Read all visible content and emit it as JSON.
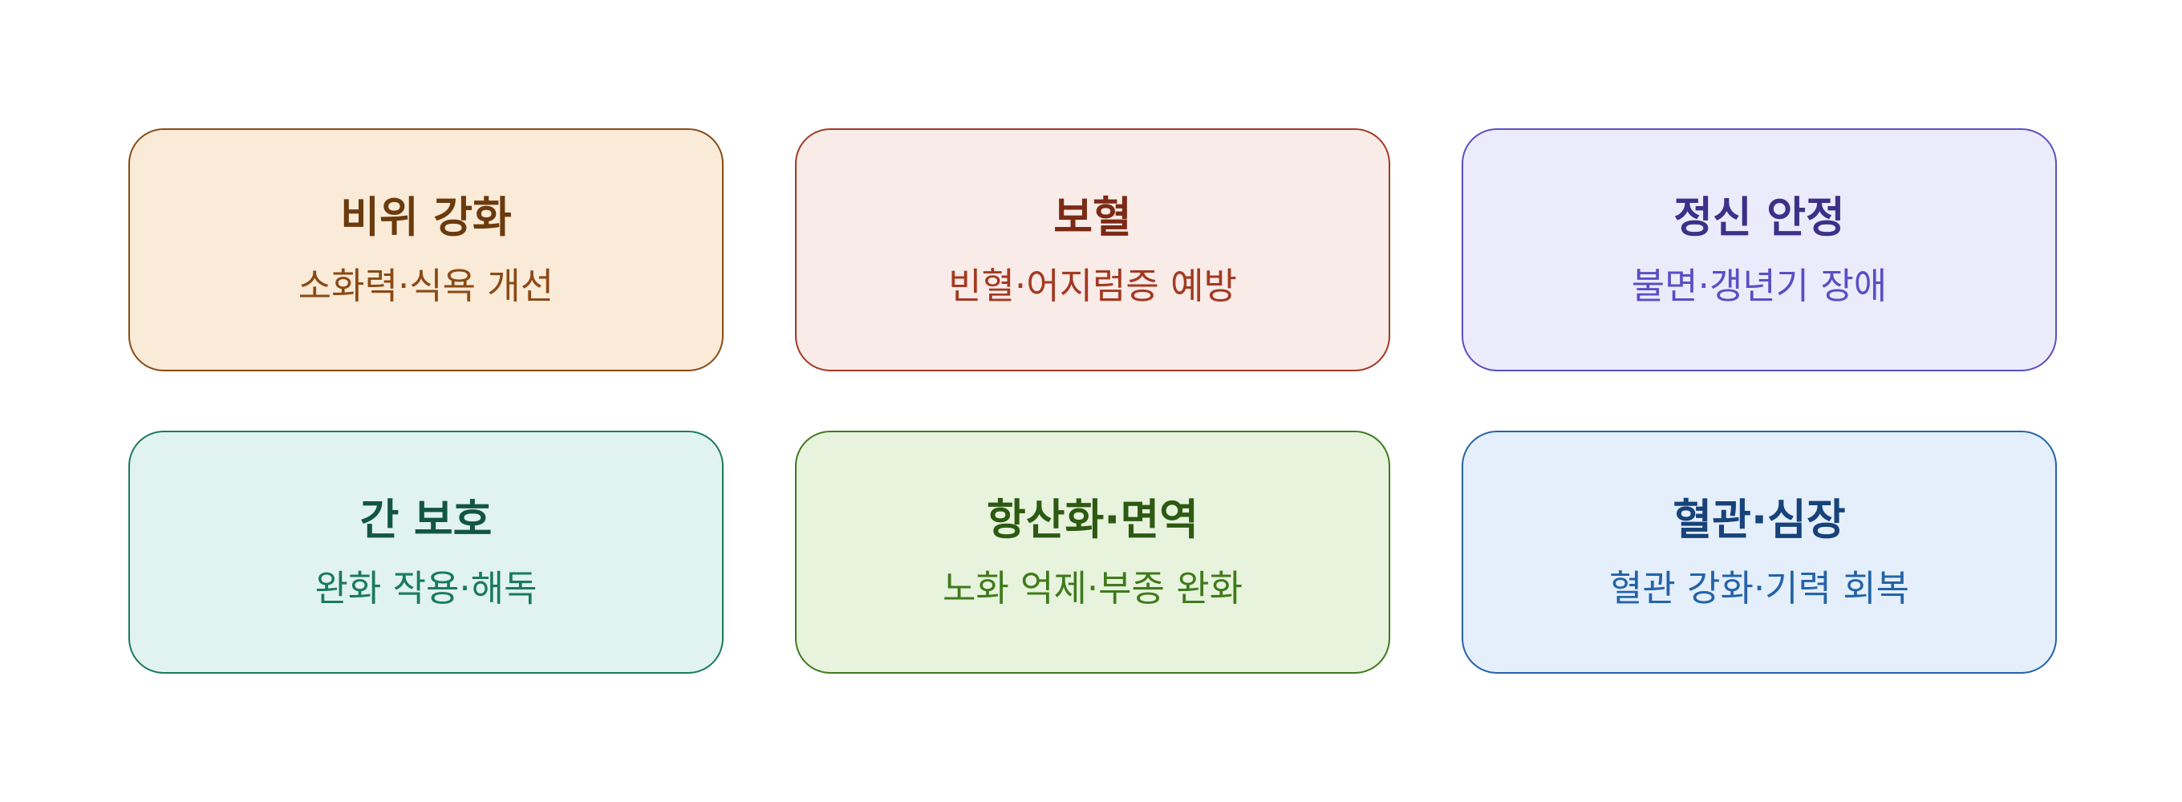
{
  "cards": [
    {
      "title": "비위 강화",
      "subtitle": "소화력·식욕 개선",
      "colors": {
        "fill": "#faebd8",
        "border": "#8a4a16",
        "title": "#6b3a0d",
        "subtitle": "#8a4a16"
      }
    },
    {
      "title": "보혈",
      "subtitle": "빈혈·어지럼증 예방",
      "colors": {
        "fill": "#f9ebe7",
        "border": "#a23a22",
        "title": "#7c2a15",
        "subtitle": "#a23a22"
      }
    },
    {
      "title": "정신 안정",
      "subtitle": "불면·갱년기 장애",
      "colors": {
        "fill": "#ecebfb",
        "border": "#5a4fc4",
        "title": "#3b3189",
        "subtitle": "#5a4fc4"
      }
    },
    {
      "title": "간 보호",
      "subtitle": "완화 작용·해독",
      "colors": {
        "fill": "#e1f3ee",
        "border": "#1a7a5e",
        "title": "#135543",
        "subtitle": "#1a7a5e"
      }
    },
    {
      "title": "항산화·면역",
      "subtitle": "노화 억제·부종 완화",
      "colors": {
        "fill": "#e8f3dd",
        "border": "#3f7a1c",
        "title": "#2d5a12",
        "subtitle": "#3f7a1c"
      }
    },
    {
      "title": "혈관·심장",
      "subtitle": "혈관 강화·기력 회복",
      "colors": {
        "fill": "#e4effb",
        "border": "#2563a8",
        "title": "#17427a",
        "subtitle": "#2563a8"
      }
    }
  ]
}
